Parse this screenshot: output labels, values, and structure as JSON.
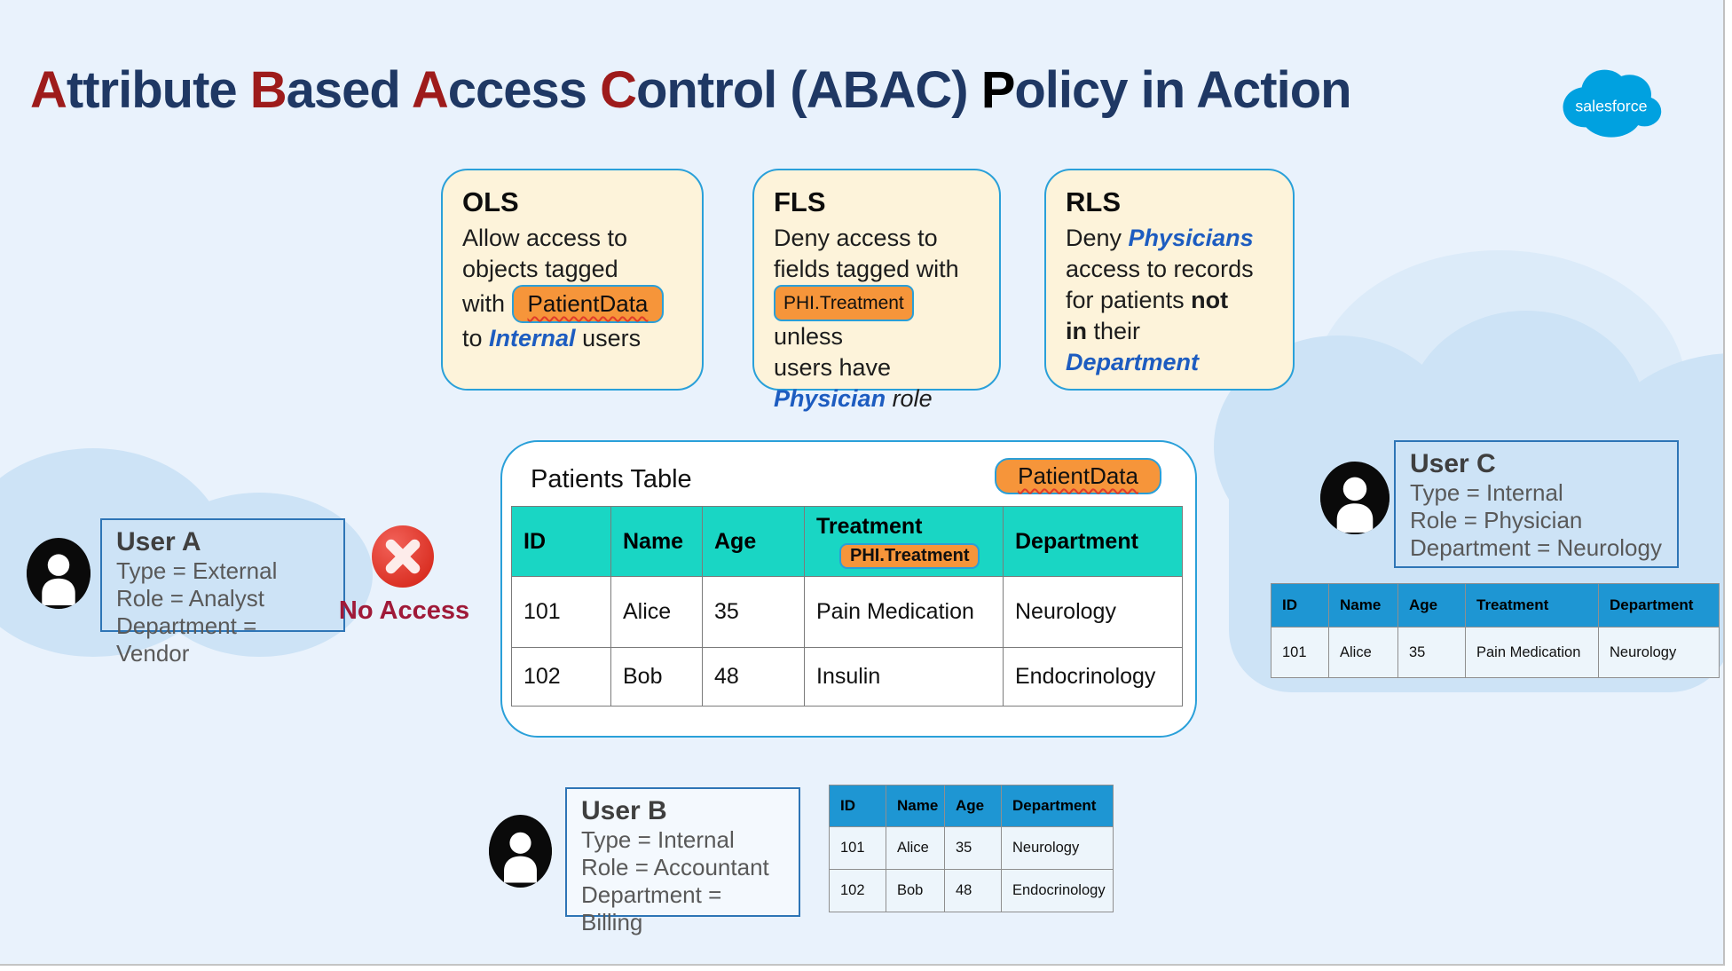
{
  "title": {
    "segments": [
      {
        "t": "A",
        "s": "red"
      },
      {
        "t": "ttribute ",
        "s": "navy"
      },
      {
        "t": "B",
        "s": "red"
      },
      {
        "t": "ased ",
        "s": "navy"
      },
      {
        "t": "A",
        "s": "red"
      },
      {
        "t": "ccess ",
        "s": "navy"
      },
      {
        "t": "C",
        "s": "red"
      },
      {
        "t": "ontrol (ABAC) ",
        "s": "navy"
      },
      {
        "t": "P",
        "s": "black"
      },
      {
        "t": "olicy in Action",
        "s": "navy"
      }
    ]
  },
  "logo": {
    "label": "salesforce",
    "color": "#00a1e0"
  },
  "policies": [
    {
      "id": "ols",
      "title": "OLS",
      "body": [
        {
          "t": "Allow access to\nobjects tagged\nwith ",
          "s": "plain"
        },
        {
          "t": "PatientData",
          "s": "tagsq"
        },
        {
          "t": "\nto ",
          "s": "plain"
        },
        {
          "t": "Internal",
          "s": "bi"
        },
        {
          "t": " users",
          "s": "plain"
        }
      ]
    },
    {
      "id": "fls",
      "title": "FLS",
      "body": [
        {
          "t": "Deny access to\nfields tagged with\n",
          "s": "plain"
        },
        {
          "t": "PHI.Treatment",
          "s": "tag"
        },
        {
          "t": " unless\nusers have\n",
          "s": "plain"
        },
        {
          "t": "Physician",
          "s": "bi"
        },
        {
          "t": " role",
          "s": "italic"
        }
      ]
    },
    {
      "id": "rls",
      "title": "RLS",
      "body": [
        {
          "t": "Deny ",
          "s": "plain"
        },
        {
          "t": "Physicians",
          "s": "bi"
        },
        {
          "t": "\naccess to records\nfor patients ",
          "s": "plain"
        },
        {
          "t": "not\nin",
          "s": "bold"
        },
        {
          "t": " their\n",
          "s": "plain"
        },
        {
          "t": "Department",
          "s": "bi"
        }
      ]
    }
  ],
  "patients": {
    "title": "Patients Table",
    "tag": "PatientData",
    "field_tag": "PHI.Treatment",
    "headers": [
      "ID",
      "Name",
      "Age",
      "Treatment",
      "Department"
    ],
    "rows": [
      [
        "101",
        "Alice",
        "35",
        "Pain Medication",
        "Neurology"
      ],
      [
        "102",
        "Bob",
        "48",
        "Insulin",
        "Endocrinology"
      ]
    ]
  },
  "users": {
    "a": {
      "name": "User A",
      "attrs": [
        "Type = External",
        "Role = Analyst",
        "Department = Vendor"
      ],
      "status": "No Access"
    },
    "b": {
      "name": "User B",
      "attrs": [
        "Type = Internal",
        "Role = Accountant",
        "Department = Billing"
      ],
      "table": {
        "headers": [
          "ID",
          "Name",
          "Age",
          "Department"
        ],
        "rows": [
          [
            "101",
            "Alice",
            "35",
            "Neurology"
          ],
          [
            "102",
            "Bob",
            "48",
            "Endocrinology"
          ]
        ]
      }
    },
    "c": {
      "name": "User C",
      "attrs": [
        "Type = Internal",
        "Role = Physician",
        "Department = Neurology"
      ],
      "table": {
        "headers": [
          "ID",
          "Name",
          "Age",
          "Treatment",
          "Department"
        ],
        "rows": [
          [
            "101",
            "Alice",
            "35",
            "Pain Medication",
            "Neurology"
          ]
        ]
      }
    }
  },
  "colors": {
    "background": "#e9f2fc",
    "cloud": "#cde3f6",
    "cloud_light": "#dcebf9",
    "policy_bg": "#fdf3da",
    "policy_border": "#2aa0d9",
    "tag_orange": "#f6953a",
    "teal_header": "#19d6c4",
    "blue_header": "#1e96d3",
    "title_navy": "#1f3864",
    "title_red": "#9e1b1b",
    "blue_keyword": "#1d5cc0",
    "no_access": "#a01a38",
    "salesforce_blue": "#00a1e0"
  }
}
